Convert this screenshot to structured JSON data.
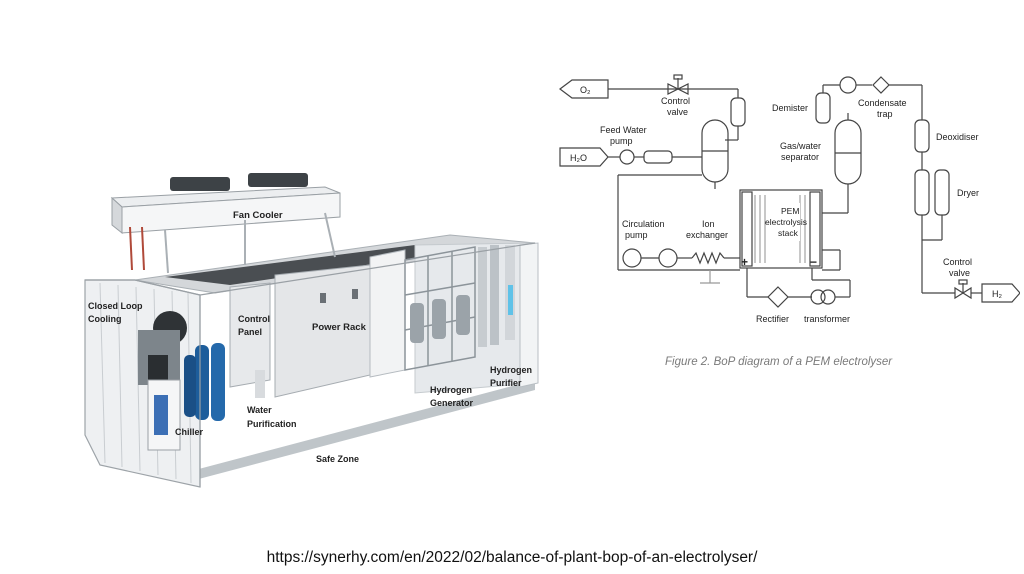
{
  "container": {
    "labels": {
      "fan_cooler": "Fan Cooler",
      "closed_loop_1": "Closed Loop",
      "closed_loop_2": "Cooling",
      "control_panel_1": "Control",
      "control_panel_2": "Panel",
      "power_rack": "Power Rack",
      "hydrogen_purifier_1": "Hydrogen",
      "hydrogen_purifier_2": "Purifier",
      "hydrogen_generator_1": "Hydrogen",
      "hydrogen_generator_2": "Generator",
      "water_purification_1": "Water",
      "water_purification_2": "Purification",
      "chiller": "Chiller",
      "safe_zone": "Safe Zone"
    }
  },
  "bop": {
    "labels": {
      "o2": "O₂",
      "h2o": "H₂O",
      "h2": "H₂",
      "control_valve_top_1": "Control",
      "control_valve_top_2": "valve",
      "feed_water_1": "Feed Water",
      "feed_water_2": "pump",
      "demister": "Demister",
      "condensate_1": "Condensate",
      "condensate_2": "trap",
      "deoxidiser": "Deoxidiser",
      "gas_water_1": "Gas/water",
      "gas_water_2": "separator",
      "dryer": "Dryer",
      "circulation_1": "Circulation",
      "circulation_2": "pump",
      "ion_1": "Ion",
      "ion_2": "exchanger",
      "stack_1": "PEM",
      "stack_2": "electrolysis",
      "stack_3": "stack",
      "plus": "+",
      "minus": "−",
      "control_valve_bottom_1": "Control",
      "control_valve_bottom_2": "valve",
      "rectifier": "Rectifier",
      "transformer": "transformer"
    }
  },
  "caption": "Figure 2. BoP diagram of a PEM electrolyser",
  "url": "https://synerhy.com/en/2022/02/balance-of-plant-bop-of-an-electrolyser/"
}
